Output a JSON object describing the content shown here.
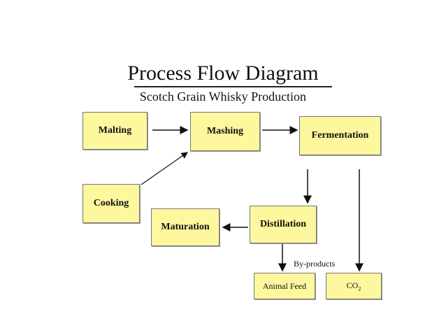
{
  "diagram": {
    "title": "Process Flow Diagram",
    "subtitle": "Scotch Grain Whisky Production",
    "nodes": {
      "malting": "Malting",
      "mashing": "Mashing",
      "fermentation": "Fermentation",
      "cooking": "Cooking",
      "distillation": "Distillation",
      "maturation": "Maturation",
      "animal_feed": "Animal Feed",
      "co2": "CO",
      "co2_sub": "2"
    },
    "byproducts_label": "By-products",
    "colors": {
      "box_fill": "#fdf79d",
      "box_border": "#777777",
      "arrow": "#111111"
    }
  }
}
